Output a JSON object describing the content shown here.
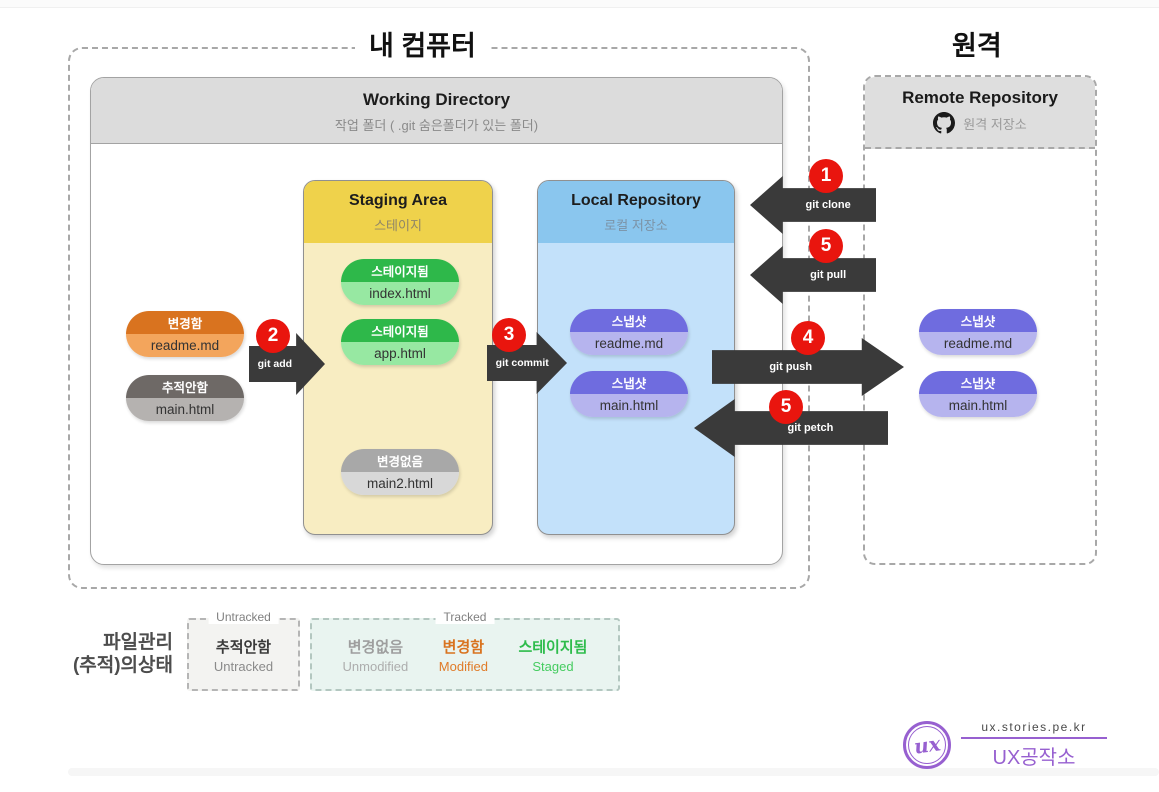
{
  "titles": {
    "my_computer": "내 컴퓨터",
    "remote": "원격"
  },
  "working_directory": {
    "title": "Working Directory",
    "subtitle": "작업 폴더 ( .git 숨은폴더가 있는 폴더)"
  },
  "staging_area": {
    "title": "Staging Area",
    "subtitle": "스테이지"
  },
  "local_repository": {
    "title": "Local Repository",
    "subtitle": "로컬 저장소"
  },
  "remote_repository": {
    "title": "Remote Repository",
    "subtitle": "원격 저장소"
  },
  "pills": {
    "wd_modified": {
      "state": "변경함",
      "file": "readme.md"
    },
    "wd_untracked": {
      "state": "추적안함",
      "file": "main.html"
    },
    "stage_index": {
      "state": "스테이지됨",
      "file": "index.html"
    },
    "stage_app": {
      "state": "스테이지됨",
      "file": "app.html"
    },
    "stage_unmodified": {
      "state": "변경없음",
      "file": "main2.html"
    },
    "local_readme": {
      "state": "스냅샷",
      "file": "readme.md"
    },
    "local_main": {
      "state": "스냅샷",
      "file": "main.html"
    },
    "remote_readme": {
      "state": "스냅샷",
      "file": "readme.md"
    },
    "remote_main": {
      "state": "스냅샷",
      "file": "main.html"
    }
  },
  "arrows": {
    "clone": {
      "num": "1",
      "label": "git clone"
    },
    "pull": {
      "num": "5",
      "label": "git pull"
    },
    "add": {
      "num": "2",
      "label": "git add"
    },
    "commit": {
      "num": "3",
      "label": "git commit"
    },
    "push": {
      "num": "4",
      "label": "git push"
    },
    "fetch": {
      "num": "5",
      "label": "git petch"
    }
  },
  "legend": {
    "title_line1": "파일관리",
    "title_line2": "(추적)의상태",
    "untracked_group": {
      "label": "Untracked",
      "items": [
        {
          "ko": "추적안함",
          "en": "Untracked"
        }
      ]
    },
    "tracked_group": {
      "label": "Tracked",
      "items": [
        {
          "ko": "변경없음",
          "en": "Unmodified"
        },
        {
          "ko": "변경함",
          "en": "Modified"
        },
        {
          "ko": "스테이지됨",
          "en": "Staged"
        }
      ]
    }
  },
  "footer": {
    "site": "ux.stories.pe.kr",
    "brand": "UX공작소",
    "logo_glyph": "ux"
  },
  "colors": {
    "arrow_dark": "#3a3a3a",
    "badge_red": "#e9150e",
    "staging_yellow": "#efd24b",
    "staging_body": "#f8edc2",
    "local_blue": "#8ac6ee",
    "local_body": "#c3e1fa",
    "header_gray": "#dcdcdc",
    "pill_orange": "#d9731f",
    "pill_green": "#2eb84a",
    "pill_purple": "#6f6cdf",
    "pill_gray": "#6e6966",
    "brand_purple": "#9760d0"
  }
}
